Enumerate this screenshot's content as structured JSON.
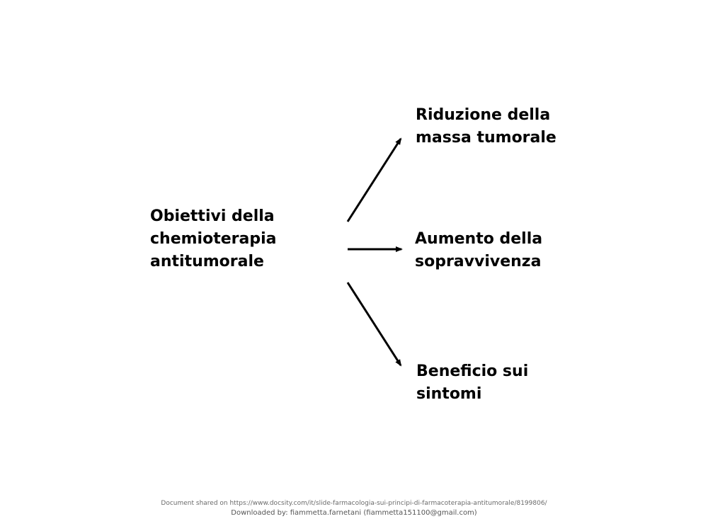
{
  "diagram": {
    "source": {
      "lines": [
        "Obiettivi della",
        "chemioterapia",
        "antitumorale"
      ]
    },
    "goals": [
      {
        "lines": [
          "Riduzione della",
          "massa tumorale"
        ]
      },
      {
        "lines": [
          "Aumento della",
          "sopravvivenza"
        ]
      },
      {
        "lines": [
          "Beneficio sui",
          "sintomi"
        ]
      }
    ]
  },
  "footer": {
    "shared": "Document shared on https://www.docsity.com/it/slide-farmacologia-sui-principi-di-farmacoterapia-antitumorale/8199806/",
    "downloaded": "Downloaded by: fiammetta.farnetani (fiammetta151100@gmail.com)"
  }
}
